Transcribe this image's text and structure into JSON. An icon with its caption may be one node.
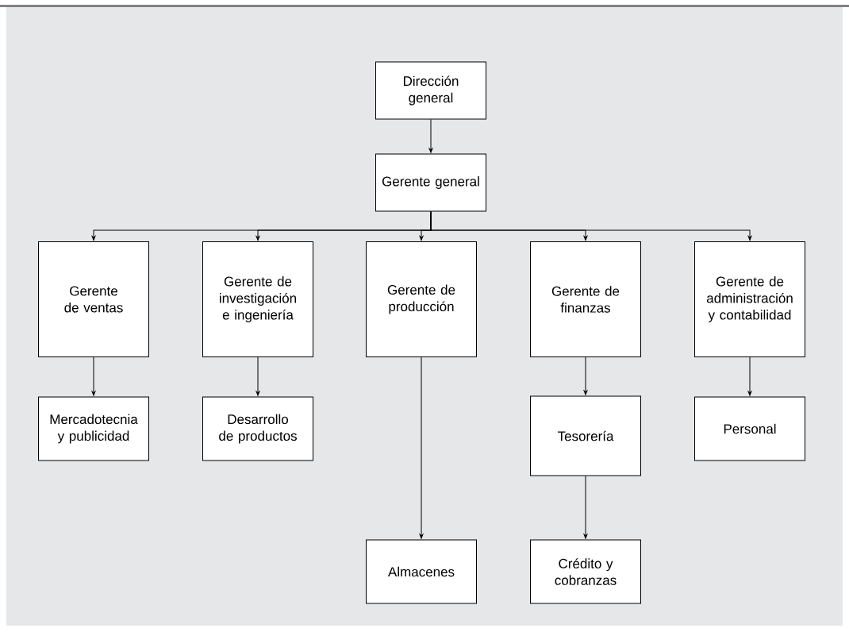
{
  "diagram": {
    "nodes": [
      {
        "text": [
          "Dirección general"
        ]
      },
      {
        "text": [
          "Gerente general"
        ]
      },
      {
        "text": [
          "Gerente de ventas"
        ]
      },
      {
        "text": [
          "Gerente de investigación e ingeniería"
        ]
      },
      {
        "text": [
          "Gerente de producción"
        ]
      },
      {
        "text": [
          "Gerente de finanzas"
        ]
      },
      {
        "text": [
          "Gerente de administración y contabilidad"
        ]
      },
      {
        "text": [
          "Mercadotecnia y publicidad"
        ]
      },
      {
        "text": [
          "Desarrollo de productos"
        ]
      },
      {
        "text": [
          "Tesorería"
        ]
      },
      {
        "text": [
          "Personal"
        ]
      },
      {
        "text": [
          "Almacenes"
        ]
      },
      {
        "text": [
          "Crédito y cobranzas"
        ]
      }
    ],
    "edges": [
      {
        "from": 0,
        "to": 1,
        "arrow": "to"
      },
      {
        "from": 1,
        "to": 2,
        "arrow": "to"
      },
      {
        "from": 1,
        "to": 3,
        "arrow": "to"
      },
      {
        "from": 1,
        "to": 4,
        "arrow": "to"
      },
      {
        "from": 1,
        "to": 5,
        "arrow": "to"
      },
      {
        "from": 1,
        "to": 6,
        "arrow": "to"
      },
      {
        "from": 2,
        "to": 7,
        "arrow": "to"
      },
      {
        "from": 3,
        "to": 8,
        "arrow": "to"
      },
      {
        "from": 5,
        "to": 9,
        "arrow": "to"
      },
      {
        "from": 6,
        "to": 10,
        "arrow": "to"
      },
      {
        "from": 4,
        "to": 11,
        "arrow": "to"
      },
      {
        "from": 9,
        "to": 12,
        "arrow": "to"
      }
    ]
  }
}
